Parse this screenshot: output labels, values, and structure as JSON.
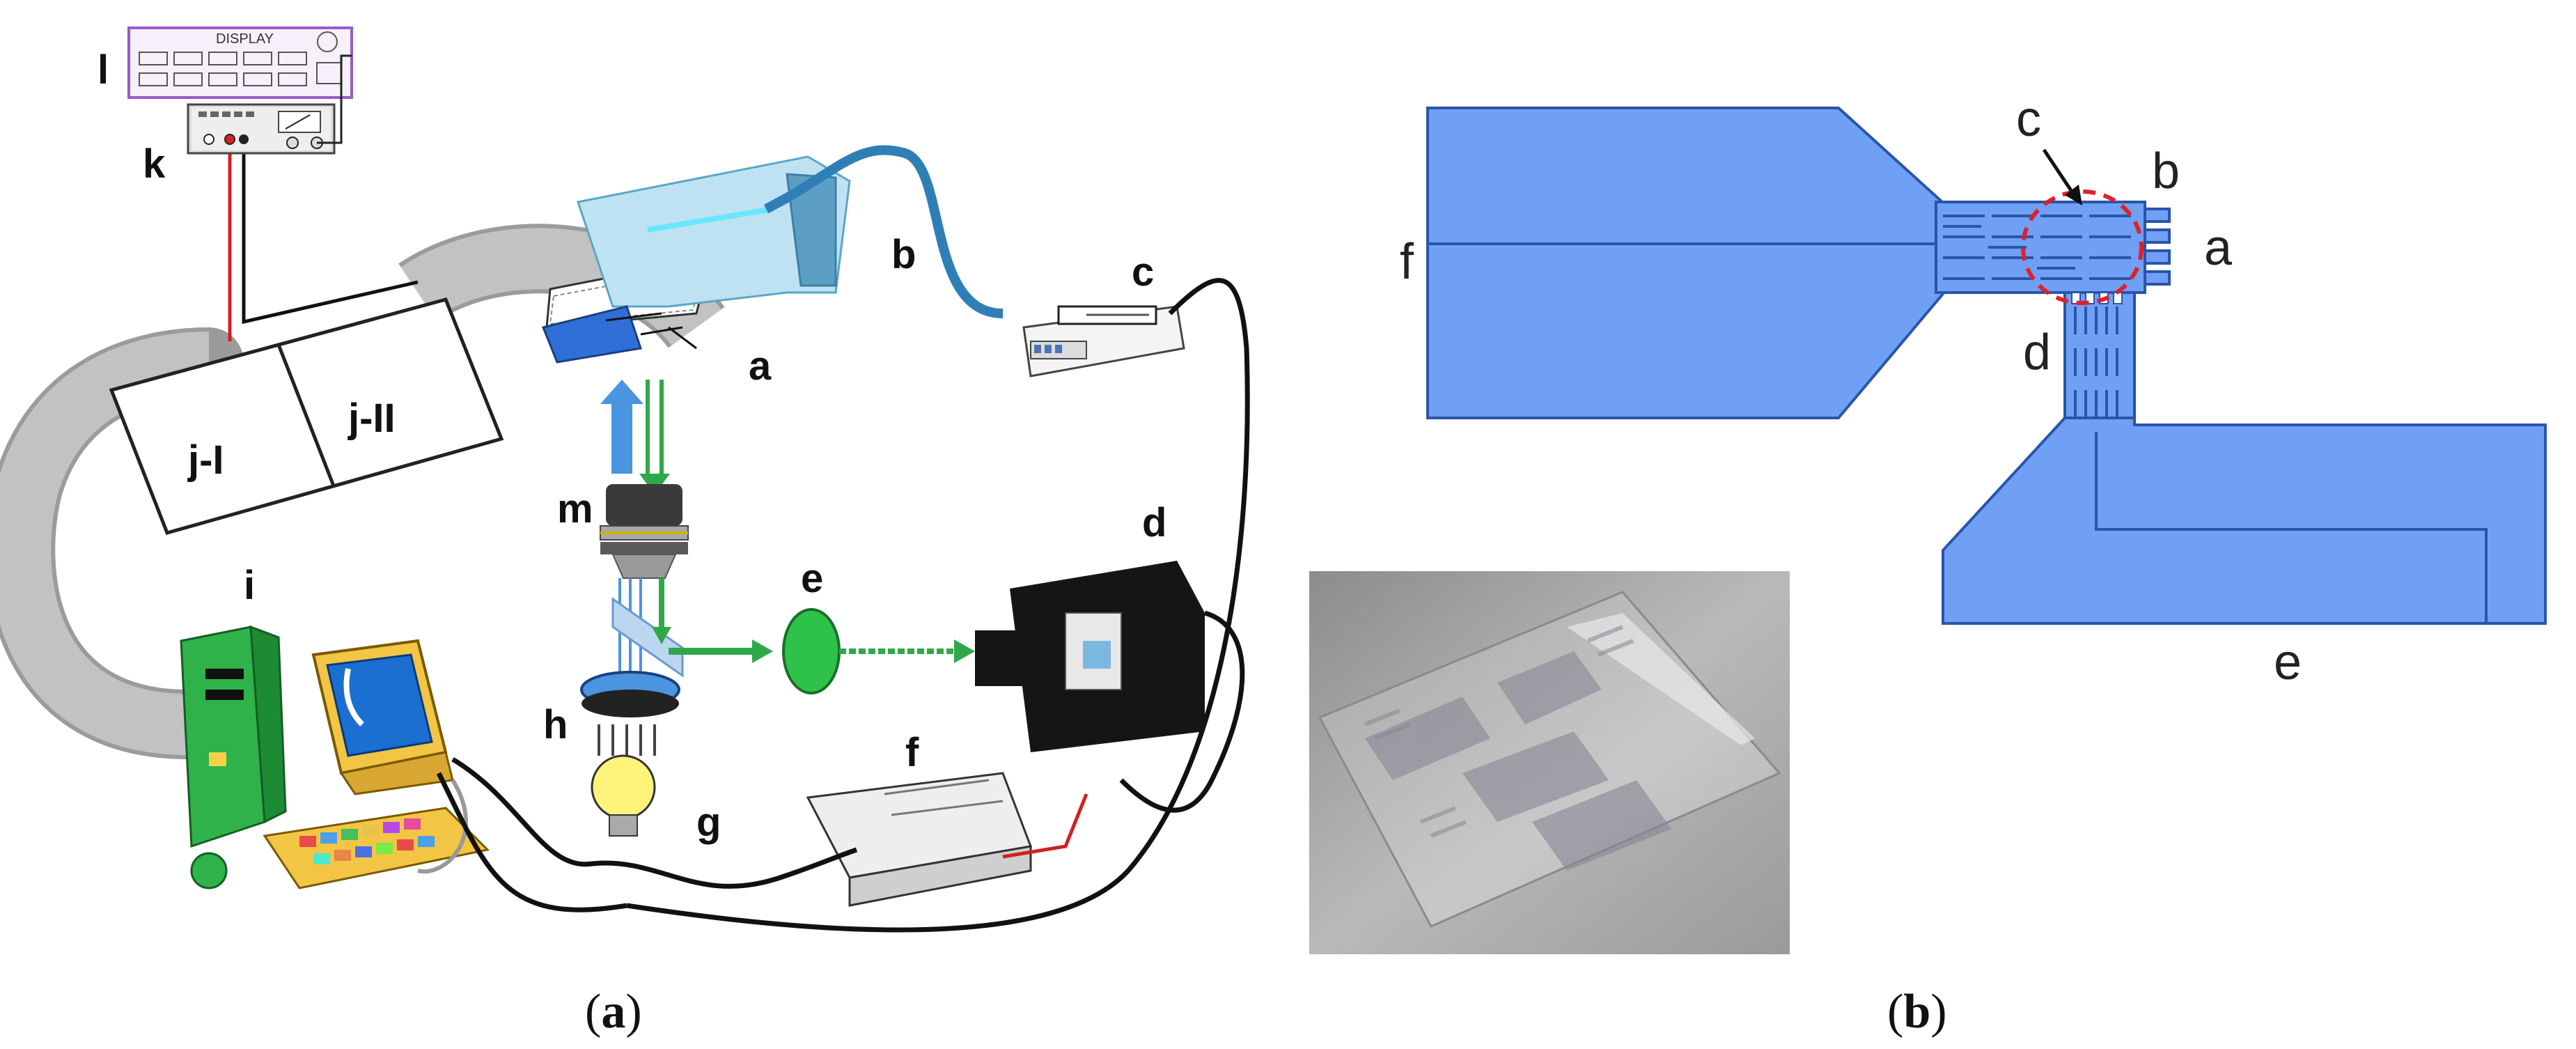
{
  "panel_a": {
    "labels": {
      "a": "a",
      "b": "b",
      "c": "c",
      "d": "d",
      "e": "e",
      "f": "f",
      "g": "g",
      "h": "h",
      "i": "i",
      "j1": "j-I",
      "j2": "j-II",
      "k": "k",
      "l": "l",
      "m": "m"
    },
    "monitor_screen_title": "DISPLAY",
    "caption_open": "(",
    "caption_letter": "a",
    "caption_close": ")"
  },
  "panel_b": {
    "labels": {
      "a": "a",
      "b": "b",
      "c": "c",
      "d": "d",
      "e": "e",
      "f": "f"
    },
    "caption_open": "(",
    "caption_letter": "b",
    "caption_close": ")"
  },
  "colors": {
    "electrode_blue": "#6fa0f5",
    "electrode_edge": "#2a55a8",
    "highlight_red": "#e0202a",
    "tube_blue": "#2f7fb6",
    "laser_green": "#2fa84a",
    "gray_cable": "#a8a8a8"
  }
}
